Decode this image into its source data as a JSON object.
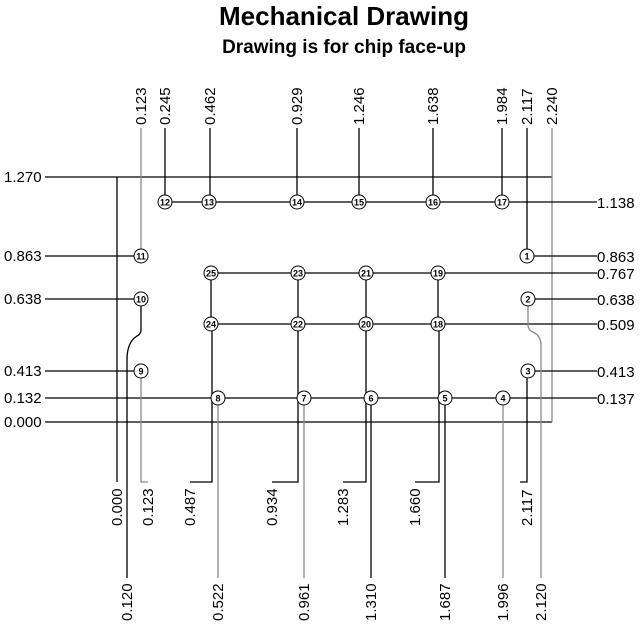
{
  "title": "Mechanical Drawing",
  "subtitle": "Drawing is for chip face-up",
  "pads": [
    "1",
    "2",
    "3",
    "4",
    "5",
    "6",
    "7",
    "8",
    "9",
    "10",
    "11",
    "12",
    "13",
    "14",
    "15",
    "16",
    "17",
    "18",
    "19",
    "20",
    "21",
    "22",
    "23",
    "24",
    "25"
  ],
  "dimensions": {
    "top": [
      "0.123",
      "0.245",
      "0.462",
      "0.929",
      "1.246",
      "1.638",
      "1.984",
      "2.117",
      "2.240"
    ],
    "left": [
      "1.270",
      "0.863",
      "0.638",
      "0.413",
      "0.132",
      "0.000"
    ],
    "right": [
      "1.138",
      "0.863",
      "0.767",
      "0.638",
      "0.509",
      "0.413",
      "0.137"
    ],
    "bottom_upper": [
      "0.000",
      "0.123",
      "0.487",
      "0.934",
      "1.283",
      "1.660",
      "2.117"
    ],
    "bottom_lower": [
      "0.120",
      "0.522",
      "0.961",
      "1.310",
      "1.687",
      "1.996",
      "2.120"
    ]
  }
}
